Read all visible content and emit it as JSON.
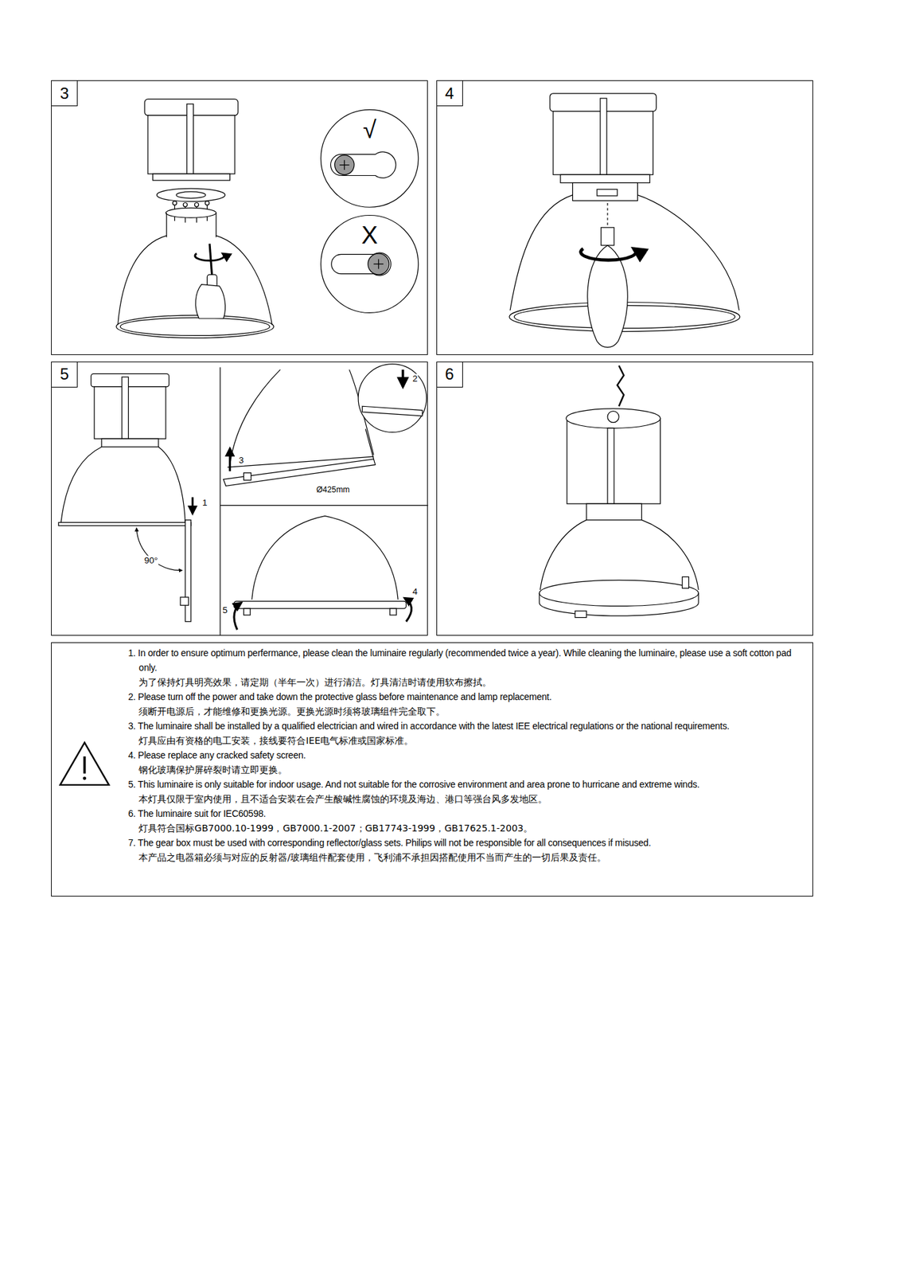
{
  "diagram": {
    "nodes": [
      {
        "text": [
          "3"
        ]
      },
      {
        "text": [
          "4"
        ]
      },
      {
        "text": [
          "5"
        ]
      },
      {
        "text": [
          "6"
        ]
      },
      {
        "text": [
          "1. In order to ensure optimum perfermance, please clean the luminaire regularly (recommended twice a year). While cleaning the luminaire, please use a soft cotton pad only.",
          "为了保持灯具明亮效果，请定期（半年一次）进行清洁。灯具清洁时请使用软布擦拭。",
          "2. Please turn off the power and take down the protective glass before maintenance and lamp replacement.",
          "须断开电源后，才能维修和更换光源。更换光源时须将玻璃组件完全取下。",
          "3. The luminaire shall be installed by a qualified electrician and wired in accordance with the latest IEE electrical regulations or the national requirements.",
          "灯具应由有资格的电工安装，接线要符合IEE电气标准或国家标准。",
          "4. Please replace any cracked safety screen.",
          "钢化玻璃保护屏碎裂时请立即更换。",
          "5. This luminaire is only suitable for indoor usage. And not suitable for the corrosive environment and area prone to hurricane and extreme winds.",
          "本灯具仅限于室内使用，且不适合安装在会产生酸碱性腐蚀的环境及海边、港口等强台风多发地区。",
          "6. The luminaire suit for IEC60598.",
          "灯具符合国标GB7000.10-1999，GB7000.1-2007；GB17743-1999，GB17625.1-2003。",
          "7. The gear box must be used with corresponding reflector/glass sets. Philips will not be responsible for all consequences if misused.",
          "本产品之电器箱必须与对应的反射器/玻璃组件配套使用，飞利浦不承担因搭配使用不当而产生的一切后果及责任。"
        ]
      }
    ],
    "labels": [
      "√",
      "X",
      "2",
      "3",
      "Ø425mm",
      "1",
      "90°",
      "4",
      "5"
    ]
  }
}
